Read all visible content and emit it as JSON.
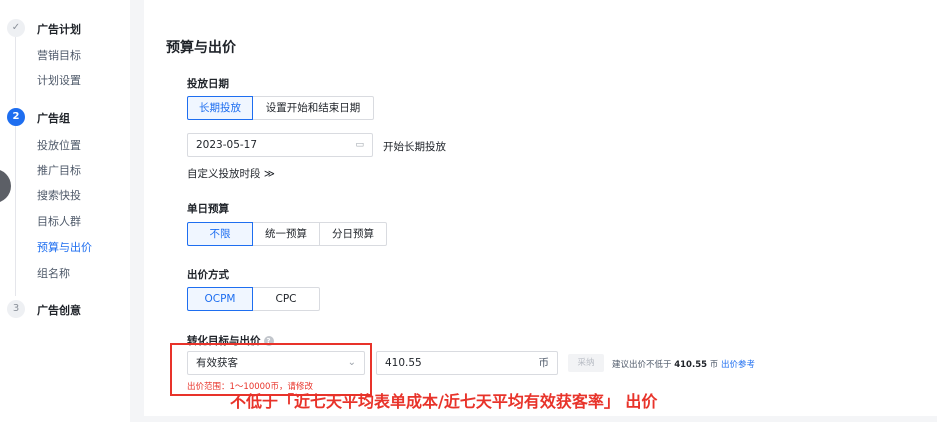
{
  "sidebar": {
    "steps": [
      {
        "number": "✓",
        "title": "广告计划",
        "items": [
          "营销目标",
          "计划设置"
        ]
      },
      {
        "number": "2",
        "title": "广告组",
        "items": [
          "投放位置",
          "推广目标",
          "搜索快投",
          "目标人群",
          "预算与出价",
          "组名称"
        ]
      },
      {
        "number": "3",
        "title": "广告创意",
        "items": []
      }
    ],
    "current_item": "预算与出价"
  },
  "main": {
    "title": "预算与出价",
    "schedule": {
      "label": "投放日期",
      "options": [
        "长期投放",
        "设置开始和结束日期"
      ],
      "selected": "长期投放",
      "date_value": "2023-05-17",
      "date_hint": "开始长期投放",
      "custom_link": "自定义投放时段 ≫"
    },
    "budget": {
      "label": "单日预算",
      "options": [
        "不限",
        "统一预算",
        "分日预算"
      ],
      "selected": "不限"
    },
    "bidding": {
      "label": "出价方式",
      "options": [
        "OCPM",
        "CPC"
      ],
      "selected": "OCPM"
    },
    "conversion": {
      "label": "转化目标与出价",
      "help": "?",
      "goal_value": "有效获客",
      "bid_value": "410.55",
      "bid_unit": "币",
      "adopt_label": "采纳",
      "suggest_prefix": "建议出价不低于",
      "suggest_value": "410.55",
      "suggest_unit": "币",
      "suggest_link": "出价参考",
      "range_error": "出价范围：1～10000币，请修改"
    }
  },
  "annotation": "不低于「近七天平均表单成本/近七天平均有效获客率」 出价",
  "colors": {
    "accent": "#1e6ef0",
    "error": "#e8332a"
  }
}
